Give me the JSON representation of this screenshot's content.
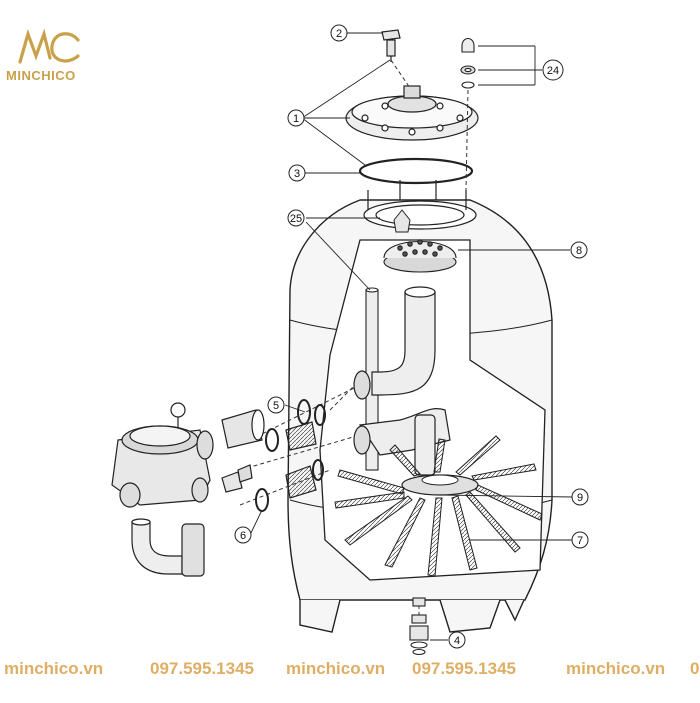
{
  "brand": {
    "name": "MINCHICO",
    "color": "#c9a14a"
  },
  "callouts": [
    {
      "id": "c1",
      "label": "1"
    },
    {
      "id": "c2",
      "label": "2"
    },
    {
      "id": "c3",
      "label": "3"
    },
    {
      "id": "c4",
      "label": "4"
    },
    {
      "id": "c5",
      "label": "5"
    },
    {
      "id": "c6",
      "label": "6"
    },
    {
      "id": "c7",
      "label": "7"
    },
    {
      "id": "c8",
      "label": "8"
    },
    {
      "id": "c9",
      "label": "9"
    },
    {
      "id": "c24",
      "label": "24"
    },
    {
      "id": "c25",
      "label": "25"
    }
  ],
  "footer": {
    "items": [
      "minchico.vn",
      "097.595.1345",
      "minchico.vn",
      "097.595.1345",
      "minchico.vn",
      "0"
    ],
    "color": "#d9a04a"
  }
}
